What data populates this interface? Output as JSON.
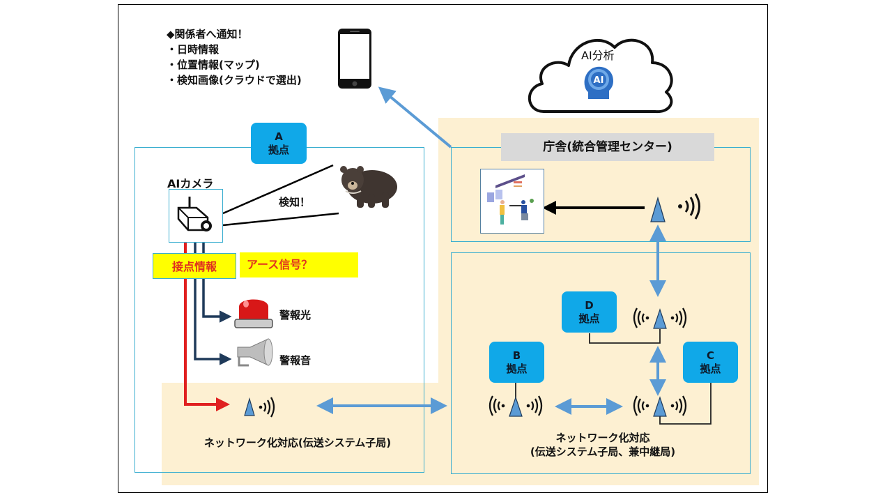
{
  "notification": {
    "title": "◆関係者へ通知！",
    "items": [
      "・日時情報",
      "・位置情報(マップ)",
      "・検知画像(クラウドで選出)"
    ]
  },
  "cloud": {
    "label": "AI分析",
    "icon_text": "AI"
  },
  "site_a": {
    "letter": "A",
    "label": "拠点",
    "camera_label": "AIカメラ",
    "detect_label": "検知！",
    "contact_label": "接点情報",
    "earth_label": "アース信号？",
    "warning_light_label": "警報光",
    "warning_sound_label": "警報音",
    "network_label": "ネットワーク化対応(伝送システム子局)"
  },
  "chosha": {
    "title": "庁舎(統合管理センター)"
  },
  "network": {
    "sites": [
      {
        "letter": "B",
        "label": "拠点"
      },
      {
        "letter": "C",
        "label": "拠点"
      },
      {
        "letter": "D",
        "label": "拠点"
      }
    ],
    "label_line1": "ネットワーク化対応",
    "label_line2": "(伝送システム子局、兼中継局)"
  },
  "colors": {
    "site_badge": "#10a8e8",
    "box_border": "#3aaed0",
    "beige": "#fdf0d2",
    "arrow_blue": "#5b9bd5",
    "red_line": "#e02020",
    "navy_line": "#1f3a5a",
    "highlight_yellow": "#ffff00"
  }
}
